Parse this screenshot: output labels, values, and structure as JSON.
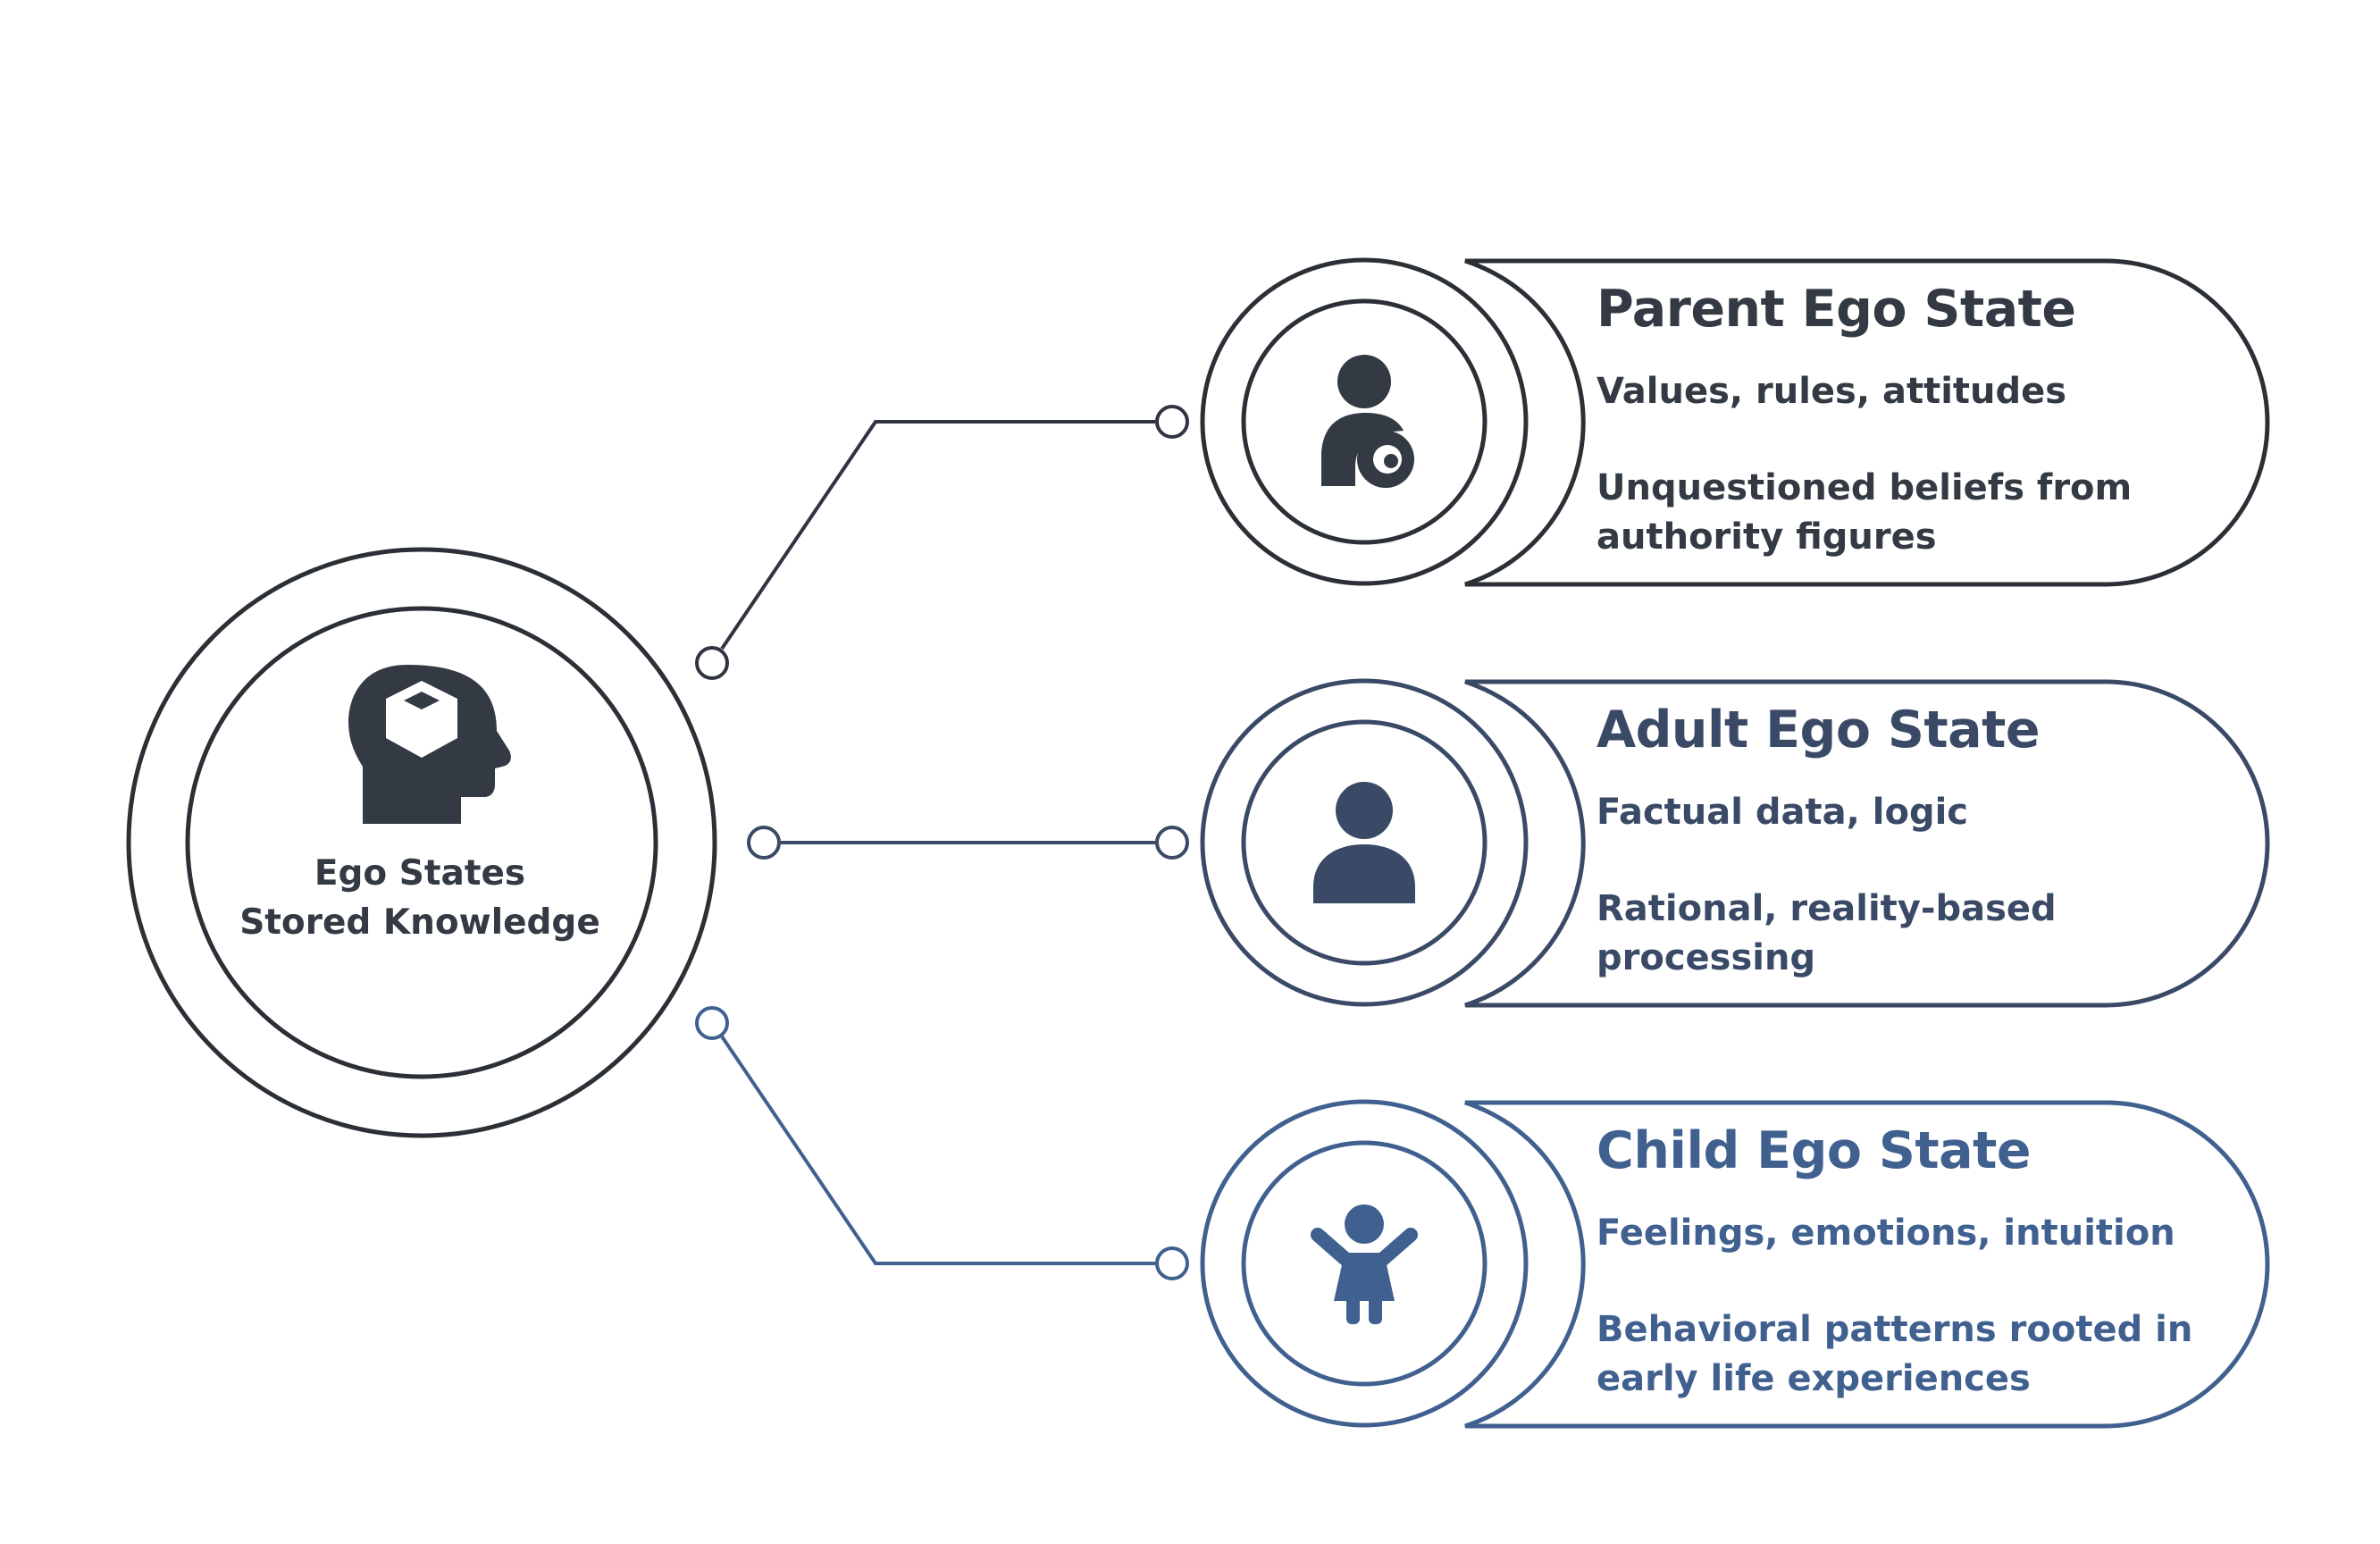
{
  "center": {
    "line1": "Ego States",
    "line2": "Stored Knowledge",
    "icon": "head-cube-icon",
    "color": "#333a44"
  },
  "states": [
    {
      "title": "Parent Ego State",
      "line1": "Values, rules, attitudes",
      "line2": "Unquestioned beliefs from authority figures",
      "icon": "parent-holding-baby-icon",
      "color": "#333a44"
    },
    {
      "title": "Adult Ego State",
      "line1": "Factual data, logic",
      "line2": "Rational, reality-based processing",
      "icon": "adult-person-icon",
      "color": "#3a4a66"
    },
    {
      "title": "Child Ego State",
      "line1": "Feelings, emotions, intuition",
      "line2": "Behavioral patterns rooted in early life experiences",
      "icon": "child-arms-raised-icon",
      "color": "#40608f"
    }
  ]
}
